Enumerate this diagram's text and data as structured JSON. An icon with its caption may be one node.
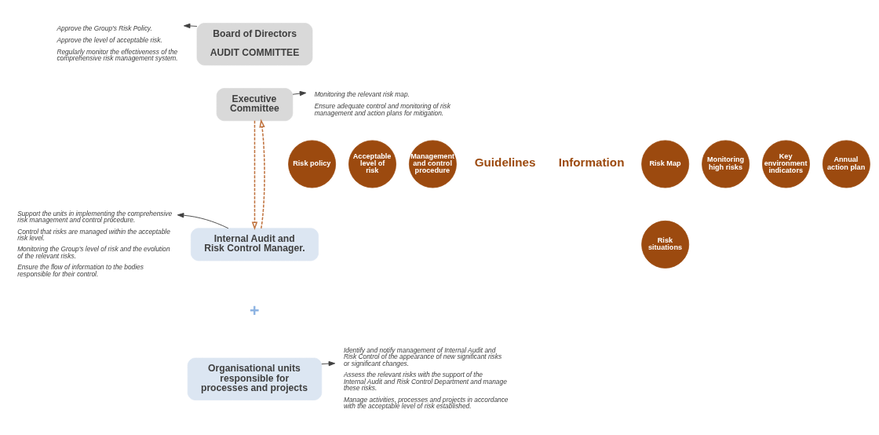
{
  "diagram": {
    "nodes": [
      {
        "text": [
          "Board of Directors",
          "AUDIT COMMITTEE"
        ]
      },
      {
        "text": [
          "Executive Committee"
        ]
      },
      {
        "text": [
          "Internal Audit and Risk Control Manager."
        ]
      },
      {
        "text": [
          "Organisational units responsible for processes and projects"
        ]
      },
      {
        "text": [
          "Risk policy"
        ]
      },
      {
        "text": [
          "Acceptable level of risk"
        ]
      },
      {
        "text": [
          "Management and control procedure"
        ]
      },
      {
        "text": [
          "Risk Map"
        ]
      },
      {
        "text": [
          "Monitoring high risks"
        ]
      },
      {
        "text": [
          "Risk situations"
        ]
      },
      {
        "text": [
          "Key environment indicators"
        ]
      },
      {
        "text": [
          "Annual action plan"
        ]
      },
      {
        "text": [
          "Approve the Group's Risk Policy.",
          "Approve the level of acceptable risk.",
          "Regularly monitor the effectiveness of the comprehensive risk management system."
        ]
      },
      {
        "text": [
          "Monitoring the relevant risk map.",
          "Ensure adequate control and monitoring of risk management and action plans for mitigation."
        ]
      },
      {
        "text": [
          "Support the units in implementing the comprehensive risk management and control procedure.",
          "Control that risks are managed within the acceptable risk level.",
          "Monitoring the Group's level of risk and the evolution of the relevant risks.",
          "Ensure the flow of information to the bodies responsible for their control."
        ]
      },
      {
        "text": [
          "Identify and notify management of Internal Audit and Risk Control of the appearance of new significant risks or significant changes.",
          "Assess the relevant risks with the support of the Internal Audit and Risk Control Department and manage these risks.",
          "Manage activities, processes and projects in accordance with the acceptable level of risk established."
        ]
      }
    ],
    "edges": [
      {
        "from": 0,
        "to": 12,
        "arrow": "to"
      },
      {
        "from": 1,
        "to": 13,
        "arrow": "to"
      },
      {
        "from": 1,
        "to": 2,
        "arrow": "to",
        "style": "dashed",
        "color": "#c0733f"
      },
      {
        "from": 2,
        "to": 1,
        "arrow": "to",
        "style": "dashed",
        "color": "#c0733f"
      },
      {
        "from": 2,
        "to": 14,
        "arrow": "to"
      },
      {
        "from": 3,
        "to": 15,
        "arrow": "to"
      }
    ],
    "labels": [
      "Guidelines",
      "Information",
      "+"
    ]
  }
}
